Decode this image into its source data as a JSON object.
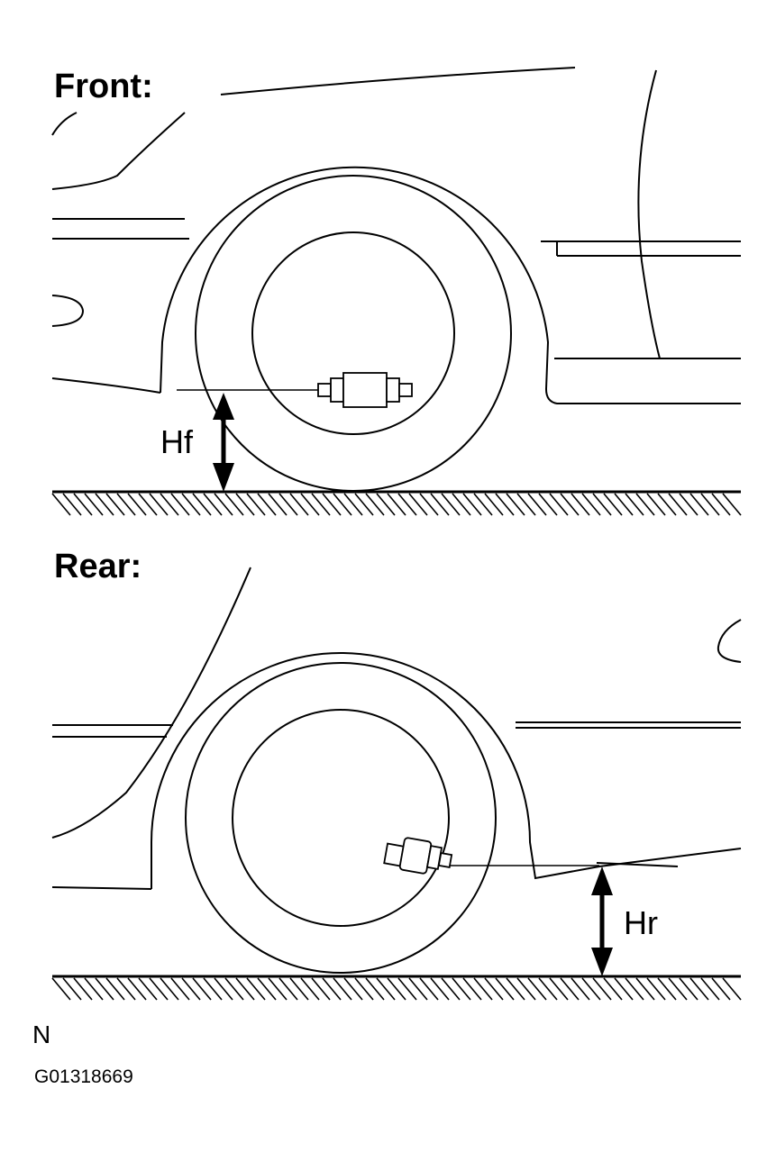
{
  "front": {
    "heading": "Front:",
    "dimension_label": "Hf"
  },
  "rear": {
    "heading": "Rear:",
    "dimension_label": "Hr"
  },
  "footer": {
    "code": "N",
    "figure_id": "G01318669"
  }
}
